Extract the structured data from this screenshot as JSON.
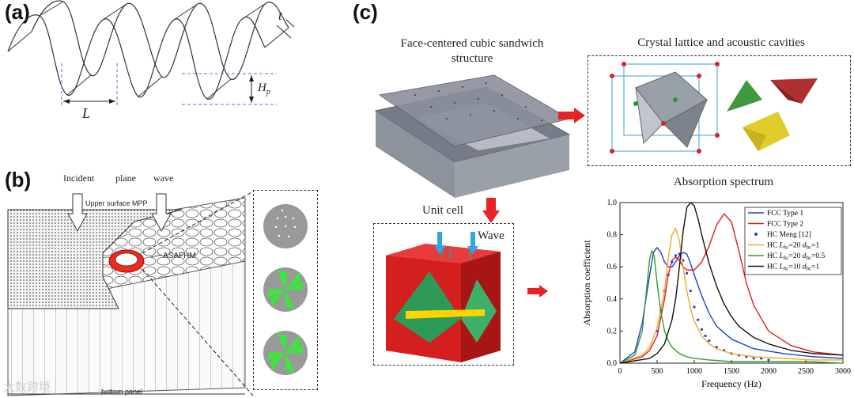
{
  "panel_a": {
    "label": "(a)",
    "dim_t": "t",
    "dim_L": "L",
    "dim_Hp_main": "H",
    "dim_Hp_sub": "p"
  },
  "panel_b": {
    "label": "(b)",
    "incident": "Incident",
    "plane": "plane",
    "wave": "wave",
    "upper_surface": "Upper surface MPP",
    "asafhm": "ASAFHM",
    "bottom_panel": "bottom panel",
    "watermark": "大数跨境"
  },
  "panel_c": {
    "label": "(c)",
    "fcc_title_line1": "Face-centered cubic sandwich",
    "fcc_title_line2": "structure",
    "crystal_title": "Crystal lattice and acoustic cavities",
    "unit_cell_title": "Unit cell",
    "wave_label": "Wave",
    "absorption_title": "Absorption spectrum"
  },
  "chart_data": {
    "type": "line",
    "title": "Absorption spectrum",
    "xlabel": "Frequency (Hz)",
    "ylabel": "Absorption coefficient",
    "xlim": [
      0,
      3000
    ],
    "ylim": [
      0,
      1.0
    ],
    "xticks": [
      "0",
      "500",
      "1000",
      "1500",
      "2000",
      "2500",
      "3000"
    ],
    "yticks": [
      "0.0",
      "0.2",
      "0.4",
      "0.6",
      "0.8",
      "1.0"
    ],
    "legend_position": "top-right",
    "series": [
      {
        "name": "FCC Type 1",
        "color": "#1f3fd6",
        "style": "solid",
        "x": [
          0,
          200,
          300,
          400,
          450,
          500,
          550,
          600,
          650,
          700,
          750,
          800,
          850,
          900,
          950,
          1000,
          1100,
          1200,
          1300,
          1500,
          1800,
          2200,
          2600,
          3000
        ],
        "y": [
          0,
          0.07,
          0.25,
          0.55,
          0.69,
          0.72,
          0.69,
          0.63,
          0.6,
          0.6,
          0.63,
          0.67,
          0.69,
          0.68,
          0.62,
          0.55,
          0.42,
          0.31,
          0.23,
          0.15,
          0.09,
          0.06,
          0.04,
          0.03
        ]
      },
      {
        "name": "FCC Type 2",
        "color": "#e01b1b",
        "style": "solid",
        "x": [
          0,
          300,
          400,
          500,
          600,
          650,
          700,
          750,
          800,
          850,
          900,
          1000,
          1100,
          1200,
          1300,
          1400,
          1500,
          1600,
          1700,
          1800,
          2000,
          2300,
          2600,
          3000
        ],
        "y": [
          0,
          0.04,
          0.08,
          0.17,
          0.4,
          0.55,
          0.64,
          0.66,
          0.64,
          0.6,
          0.58,
          0.58,
          0.63,
          0.73,
          0.86,
          0.93,
          0.88,
          0.7,
          0.5,
          0.36,
          0.2,
          0.11,
          0.07,
          0.05
        ]
      },
      {
        "name": "HC Meng [12]",
        "color": "#1f3fd6",
        "style": "dots",
        "x": [
          500,
          550,
          600,
          650,
          700,
          750,
          800,
          850,
          900,
          950,
          1000,
          1050,
          1100,
          1150,
          1200,
          1300,
          1400,
          1500,
          1600,
          1700,
          1800,
          1900,
          2000
        ],
        "y": [
          0.2,
          0.33,
          0.45,
          0.55,
          0.63,
          0.67,
          0.68,
          0.64,
          0.56,
          0.45,
          0.35,
          0.27,
          0.21,
          0.17,
          0.14,
          0.1,
          0.08,
          0.06,
          0.05,
          0.04,
          0.03,
          0.03,
          0.02
        ]
      },
      {
        "name": "HC L_hc=20 d_hc=1",
        "color": "#f5a623",
        "style": "solid",
        "x": [
          0,
          300,
          400,
          500,
          600,
          650,
          700,
          750,
          800,
          850,
          900,
          950,
          1000,
          1100,
          1200,
          1300,
          1500,
          1800,
          2200,
          2600,
          3000
        ],
        "y": [
          0,
          0.05,
          0.1,
          0.22,
          0.45,
          0.65,
          0.8,
          0.84,
          0.76,
          0.6,
          0.45,
          0.34,
          0.26,
          0.17,
          0.12,
          0.09,
          0.06,
          0.04,
          0.03,
          0.02,
          0.02
        ]
      },
      {
        "name": "HC L_hc=20 d_hc=0.5",
        "color": "#2e9e2e",
        "style": "solid",
        "x": [
          0,
          200,
          300,
          350,
          400,
          430,
          460,
          500,
          550,
          600,
          650,
          700,
          800,
          900,
          1000,
          1200,
          1500,
          2000,
          2500,
          3000
        ],
        "y": [
          0,
          0.05,
          0.2,
          0.42,
          0.65,
          0.7,
          0.67,
          0.5,
          0.32,
          0.2,
          0.14,
          0.1,
          0.06,
          0.04,
          0.03,
          0.02,
          0.01,
          0.01,
          0.01,
          0
        ]
      },
      {
        "name": "HC L_hc=10 d_hc=1",
        "color": "#111111",
        "style": "solid",
        "x": [
          0,
          400,
          500,
          600,
          700,
          750,
          800,
          850,
          900,
          950,
          1000,
          1050,
          1100,
          1200,
          1300,
          1400,
          1500,
          1600,
          1800,
          2000,
          2300,
          2600,
          3000
        ],
        "y": [
          0,
          0.03,
          0.06,
          0.12,
          0.27,
          0.4,
          0.6,
          0.82,
          0.97,
          1.0,
          0.98,
          0.9,
          0.8,
          0.62,
          0.48,
          0.37,
          0.29,
          0.23,
          0.16,
          0.12,
          0.08,
          0.06,
          0.05
        ]
      }
    ],
    "legend_labels": [
      {
        "prefix": "FCC Type 1"
      },
      {
        "prefix": "FCC Type 2"
      },
      {
        "prefix": "HC Meng [12]"
      },
      {
        "prefix": "HC ",
        "L": "L",
        "Lsub": "hc",
        "Lval": "=20 ",
        "d": "d",
        "dsub": "hc",
        "dval": "=1"
      },
      {
        "prefix": "HC ",
        "L": "L",
        "Lsub": "hc",
        "Lval": "=20 ",
        "d": "d",
        "dsub": "hc",
        "dval": "=0.5"
      },
      {
        "prefix": "HC ",
        "L": "L",
        "Lsub": "hc",
        "Lval": "=10 ",
        "d": "d",
        "dsub": "hc",
        "dval": "=1"
      }
    ]
  }
}
